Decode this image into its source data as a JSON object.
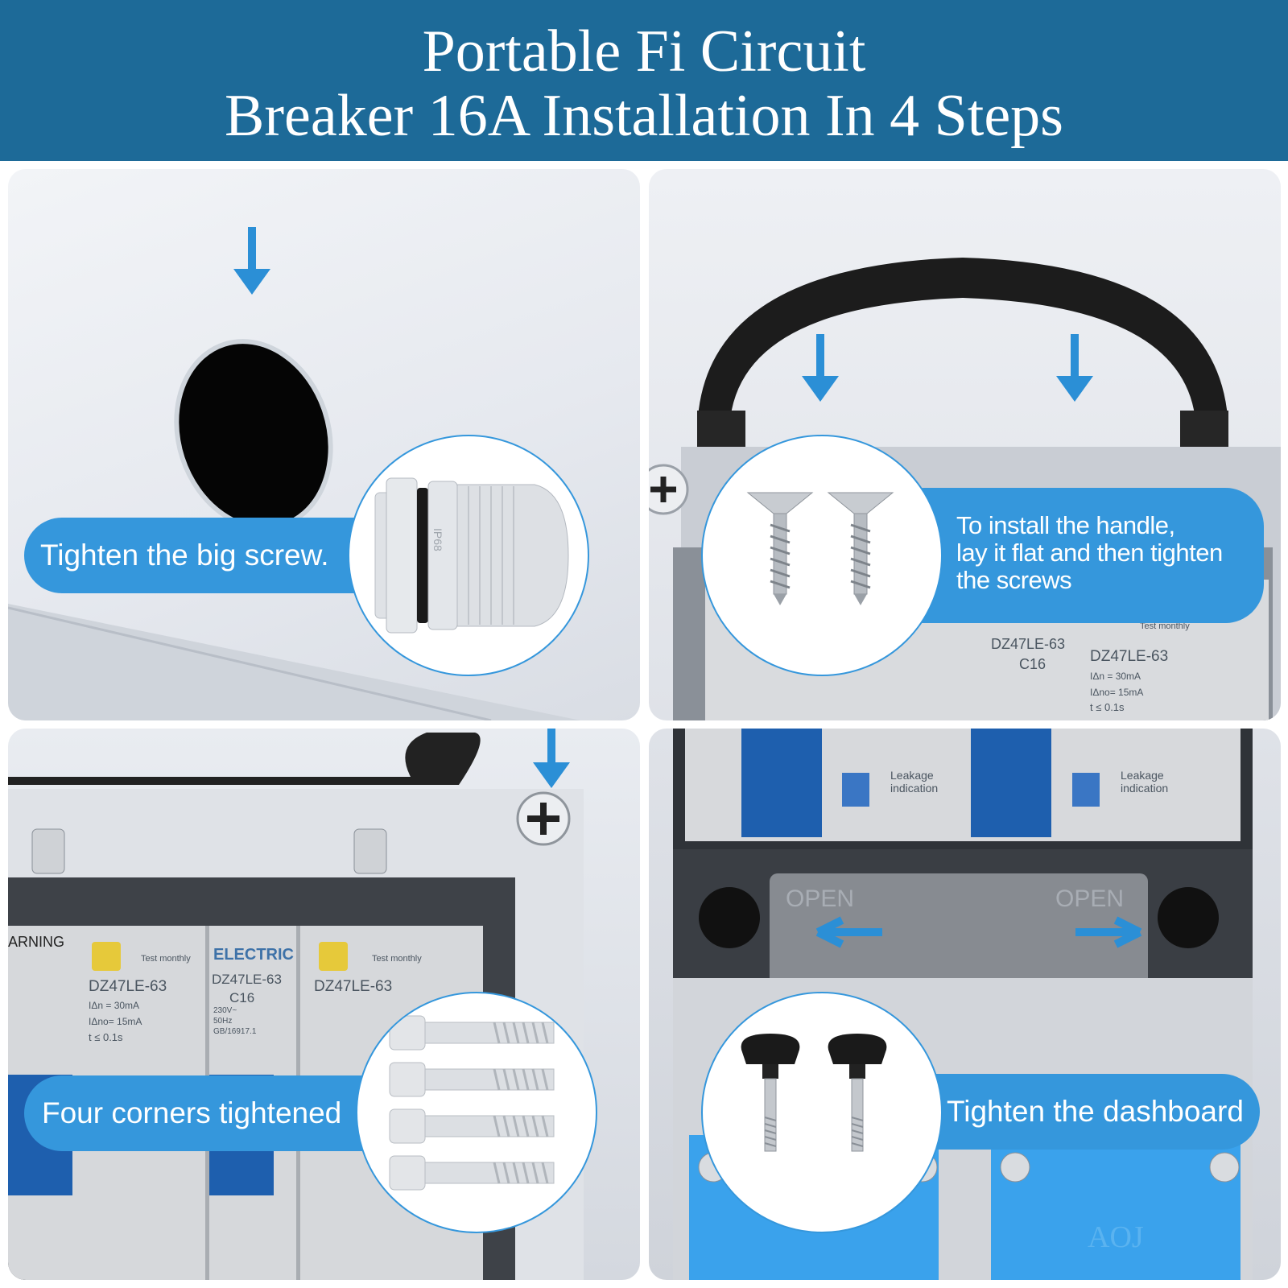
{
  "header": {
    "line1": "Portable Fi Circuit",
    "line2": "Breaker 16A Installation In 4 Steps"
  },
  "steps": [
    {
      "caption": "Tighten the big screw."
    },
    {
      "caption_lines": [
        "To install the handle,",
        "lay it flat and then tighten",
        "the screws"
      ]
    },
    {
      "caption": "Four corners tightened"
    },
    {
      "caption": "Tighten the dashboard"
    }
  ],
  "breaker_labels": {
    "brand": "ELECTRIC",
    "model": "DZ47LE-63",
    "rating": "C16",
    "test": "Test monthly",
    "leak_current": "IΔn = 30mA",
    "no_trip": "IΔno= 15mA",
    "time": "t  ≤ 0.1s",
    "leakage_l1": "Leakage",
    "leakage_l2": "indication",
    "voltage": "230V~",
    "freq": "50Hz",
    "std": "GB/16917.1",
    "warning": "ARNING",
    "open": "OPEN",
    "gland_mark": "IP68",
    "socket_brand": "AOJ"
  },
  "colors": {
    "header": "#1d6a98",
    "pill": "#3597dc",
    "arrow": "#2b8fd6"
  }
}
